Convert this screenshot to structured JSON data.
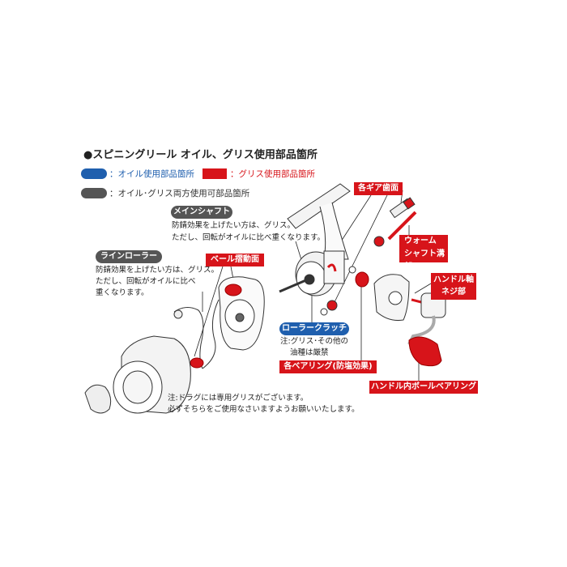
{
  "title": "●スピニングリール オイル、グリス使用部品箇所",
  "legend": {
    "oil": "：オイル使用部品箇所",
    "grease": "：グリス使用部品箇所",
    "both": "：オイル･グリス両方使用可部品箇所",
    "colors": {
      "oil": "#1f5fae",
      "grease": "#d7141a",
      "both": "#555555"
    }
  },
  "labels": {
    "main_shaft": "メインシャフト",
    "main_shaft_note": [
      "防錆効果を上げたい方は、グリス。",
      "ただし、回転がオイルに比べ重くなります。"
    ],
    "line_roller": "ラインローラー",
    "line_roller_note": [
      "防錆効果を上げたい方は、グリス。",
      "ただし、回転がオイルに比べ",
      "重くなります。"
    ],
    "bail": "ベール摺動面",
    "gear": "各ギア歯面",
    "worm": [
      "ウォーム",
      "シャフト溝部"
    ],
    "handle_shaft": [
      "ハンドル軸",
      "ネジ部"
    ],
    "roller_clutch": "ローラークラッチ",
    "roller_clutch_note": [
      "注:グリス･その他の",
      "油種は厳禁"
    ],
    "bearings": "各ベアリング(防塩効果)",
    "handle_bearing": "ハンドル内ボールベアリング",
    "drag_note": [
      "注:ドラグには専用グリスがございます。",
      "必ずそちらをご使用なさいますようお願いいたします。"
    ]
  }
}
